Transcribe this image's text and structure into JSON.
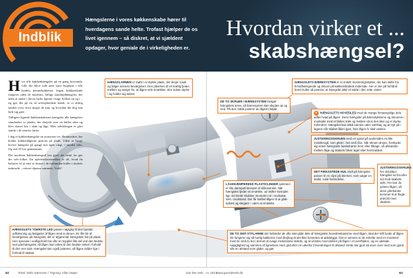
{
  "header": {
    "section_label": "Indblik",
    "intro": "Hængslerne i vores køkkenskabe hører til hverdagens sande helte. Trofast hjælper de os livet igennem – så diskret, at vi sjældent opdager, hvor geniale de i virkeligheden er.",
    "title_line1": "Hvordan virker et ...",
    "title_line2": "skabshængsel?",
    "colors": {
      "band": "#1b2f3f",
      "accent": "#f07a1e"
    }
  },
  "article": {
    "dropcap": "H",
    "paragraphs": [
      "vis alle køkkenhængsler på en gang forsvandt, ville der blive rodt med store hygiejne i alle landets mennekøkkener. Ingen køkkenskabe fungerer uden de moderne, billige standardhængsler, der uden at andre i årevis lader ligeme visige fyldset op og i – og gør det på en så selvopholdent måde, at vi aldrig tænker over, hvor meget de kan, og hvordan det dog kan lade sig gøre.",
      "Tidligere lignede køkkenskabenes hængsler alle hængslers standarder: to plader, der drejede over en fælles akse og blev skruet fast i skab og låge. Men udviklingen er gået stærkt i de seneste årtier.",
      "I dag er køkkenhængsler en avanceret ret. Bommerket, der holder køkkenlågerne præcist på plads. Uden at bruge hverre hængslet på gange mit egen vægt, i mindst seks. Og ved 25 kro gennemsnit.",
      "Det moderne køkkenhængsel har gjort det nemt for gør det selv-folket. En øjeblesskruetrækker er alt, hvad du behøver til at rette to skruer i de forbundne huller i skabets inderside – rettere tilpasse sammen. Voilà!"
    ]
  },
  "callouts": [
    {
      "head": "Hængslarmen",
      "body": "er støbt i et stykke plade, der drejer rundt og følger armens bevægelser. Den påvirkes af en kraftig fjeder, mellem og sørger for, at lågen selv smækker, den sidste styrke i og holder sig lukket."
    },
    {
      "head": "Hængslets bæresystem",
      "body": "er et enkelt monteringsstykke, der kan skifte fra firmafhængende og skrues på køkkenskabets inderside. Her er der på forhånd boret huller så præcist, at hængslet altid vil sidde i den rette vinkel."
    },
    {
      "head": "De to skruer i bæresystem",
      "body": "fastgør hængslets arme, så bæresystem kan skydes op og ned. På den måde justerer du lågens højde."
    },
    {
      "head": "Hængslets hovedled",
      "body": "med de mange forsængelige dele udfør hvad på lågen. Dens hængsler på bærestykkerne og skruerne i modsatte med et fælles træk og hvilden så at den ikke og et styrke forhindrer. Hængslet kan altså samles uden værktøj, og at tryk på i lagene når skabet åben igen, hvis lågen fx skal vaskes."
    },
    {
      "head": "Justeringsskruen",
      "body": "med en spiral på undersiden en lille metalkrogd, som glider i led små ribe. Når skruen drejes, forskyder sig enten hængslets bøskelrørne frem eller tilbage, så afstanden mellem låge og skabets bliver øget eller formindsket."
    },
    {
      "head": "Det firkantede hul",
      "body": "midt på hængslet passer til en clips på skinnen, som udgør en stabil, solid forbindelse."
    },
    {
      "head": "Justeringsskruen",
      "body": "her skrubber hængslet ud fra eller ind mod skabets side. Her kan du justere lågen, så dens yderkanter kommer til at flugte præcist med skabets."
    },
    {
      "head": "Lågedæmperens plasticlinder",
      "body": "sammen er lille dæmpeli stempel af silikonerolie. Når hængsles fjeder vil smække, ud skifter stemplet lige ind kreds skubber stemplet ind i modsatte, sæt i modstand. Det får køkkenlågen til at glide lydløst og elegant – uden at smække."
    },
    {
      "head": "De to små stålarme",
      "body": "der forbinder de ofte sæt glide dele af hængslets hovedmekanisme med lågen, skal der stift lunde af lågen. De fungerer sig så hurtig bakkerne mod drejbog at det ikke forventes at ødelægge. Det er armens to de enkelte med en monteret med tre små to led i ærmet at svage mekanisme stærkt, og at vendes mod vinklen på lågen i et overfladen, og en udelade nøjagtighed og sammen af ligmelsen med, glid eller en udenfor forventningen til afstand. Dette har gjort så store over med som gjord, sås en afstand som glider, og gør."
    },
    {
      "head": "Hængslets yderste led",
      "body": "passer nøjagtig til den borede udfræsning og fastgøres til lågen med to skruer. En lille bit af bevægelsen på hængslet, det er afgørende hængslets led på plads. Hen speciale i vedligehold har ofte en kopplet lille del ved den bedste ved yderhængslet, så lågen kan rettes til den bedste vinkel i forhold til den ene side. Hængslet kan også justeres, så lågen sidder lige i forhold til skabet."
    }
  ],
  "footer": {
    "page_left": "62",
    "credit": "Tekst: Niels Sørensen  /  Tegning: Allan Højen",
    "magazine": "Gør Det Selv  ·  nr. 2013",
    "url": "www.goerdetselv.dk",
    "page_right": "63"
  }
}
